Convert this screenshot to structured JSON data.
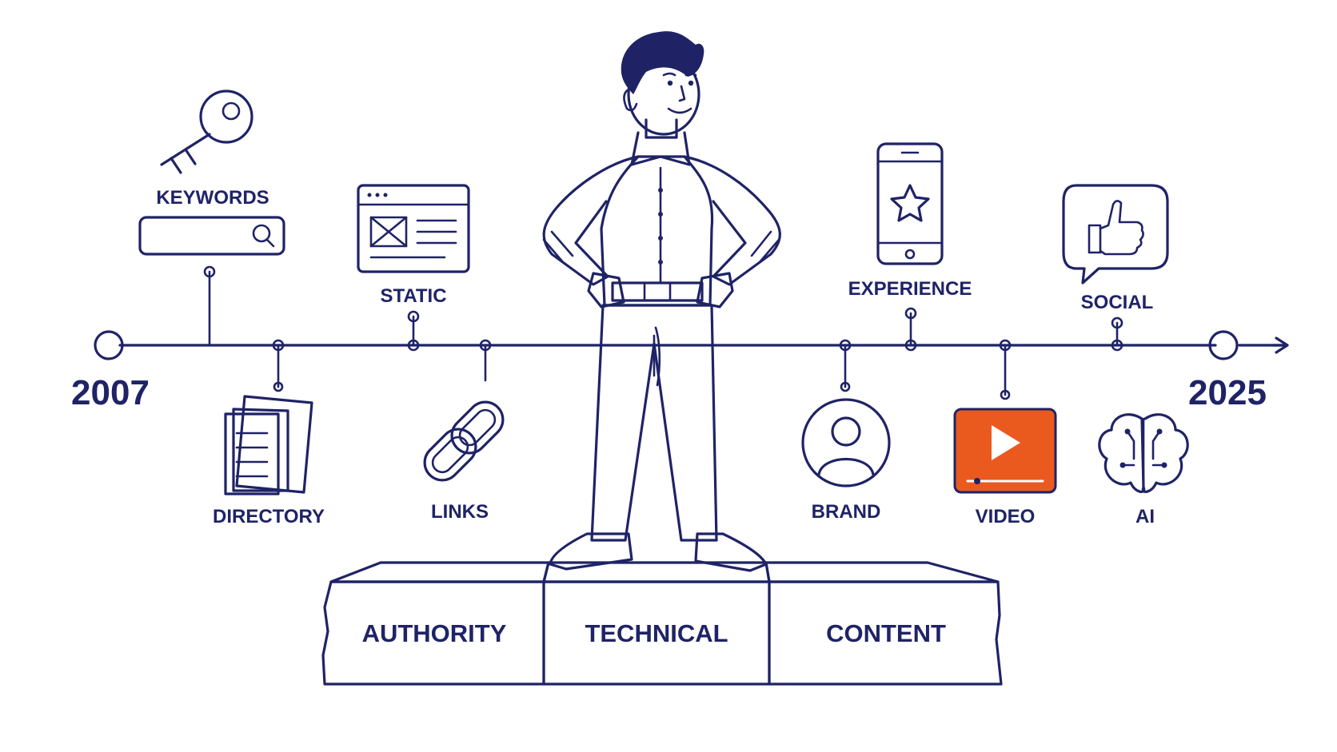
{
  "timeline": {
    "start_year": "2007",
    "end_year": "2025",
    "milestones": [
      {
        "id": "keywords",
        "label": "KEYWORDS",
        "icon": "key-icon"
      },
      {
        "id": "directory",
        "label": "DIRECTORY",
        "icon": "documents-icon"
      },
      {
        "id": "static",
        "label": "STATIC",
        "icon": "webpage-icon"
      },
      {
        "id": "links",
        "label": "LINKS",
        "icon": "chain-link-icon"
      },
      {
        "id": "brand",
        "label": "BRAND",
        "icon": "user-avatar-icon"
      },
      {
        "id": "experience",
        "label": "EXPERIENCE",
        "icon": "smartphone-star-icon"
      },
      {
        "id": "video",
        "label": "VIDEO",
        "icon": "video-play-icon"
      },
      {
        "id": "social",
        "label": "SOCIAL",
        "icon": "thumbs-up-bubble-icon"
      },
      {
        "id": "ai",
        "label": "AI",
        "icon": "brain-circuit-icon"
      }
    ]
  },
  "pedestal": {
    "blocks": [
      "AUTHORITY",
      "TECHNICAL",
      "CONTENT"
    ]
  },
  "colors": {
    "ink": "#1f2366",
    "video_accent": "#ea5a1f",
    "background": "#ffffff"
  }
}
